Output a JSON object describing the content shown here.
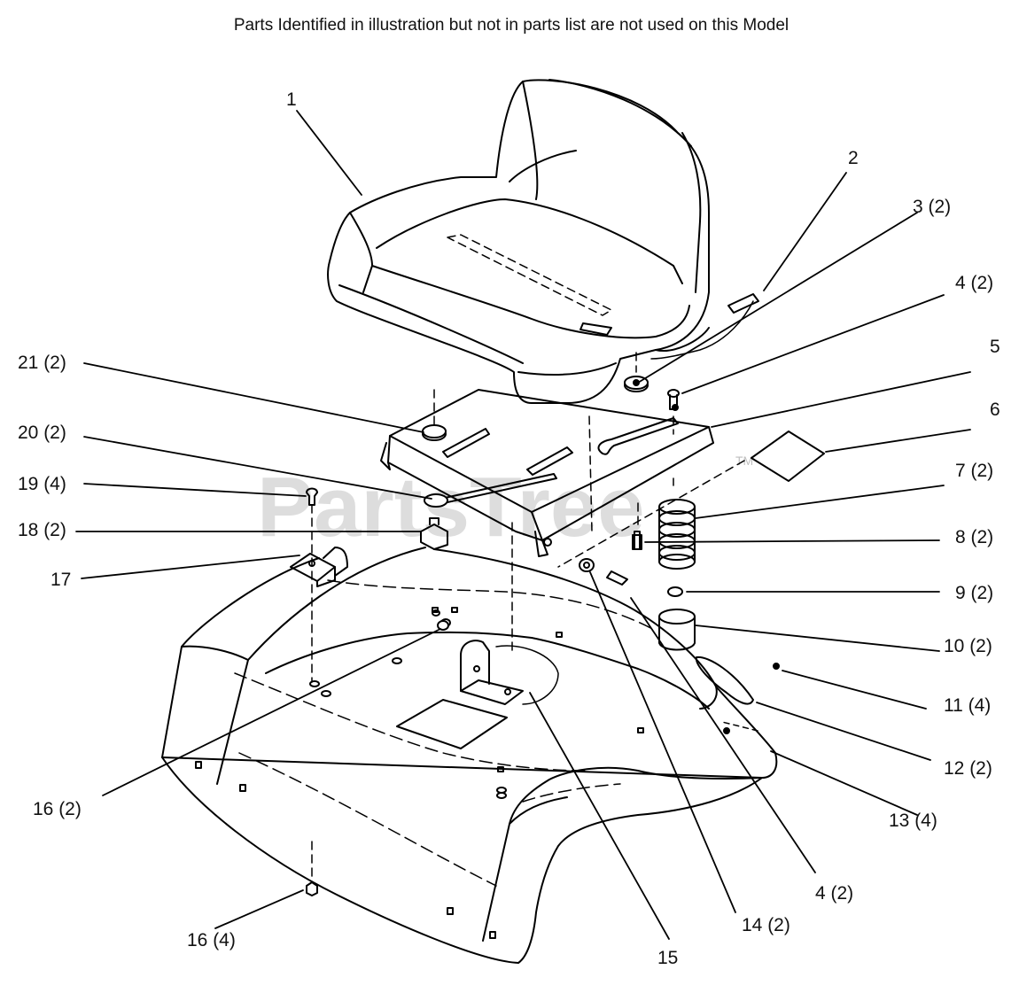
{
  "note": "Parts Identified  in illustration but not in parts list are not used on this Model",
  "watermark": "PartsTree",
  "watermark_tm": "TM",
  "callouts": [
    {
      "id": "1",
      "text": "1"
    },
    {
      "id": "2",
      "text": "2"
    },
    {
      "id": "3",
      "text": "3 (2)"
    },
    {
      "id": "4a",
      "text": "4 (2)"
    },
    {
      "id": "5",
      "text": "5"
    },
    {
      "id": "6",
      "text": "6"
    },
    {
      "id": "7",
      "text": "7 (2)"
    },
    {
      "id": "8",
      "text": "8 (2)"
    },
    {
      "id": "9",
      "text": "9 (2)"
    },
    {
      "id": "10",
      "text": "10 (2)"
    },
    {
      "id": "11",
      "text": "11 (4)"
    },
    {
      "id": "12",
      "text": "12 (2)"
    },
    {
      "id": "13",
      "text": "13 (4)"
    },
    {
      "id": "4b",
      "text": "4 (2)"
    },
    {
      "id": "14",
      "text": "14 (2)"
    },
    {
      "id": "15",
      "text": "15"
    },
    {
      "id": "16a",
      "text": "16 (2)"
    },
    {
      "id": "16b",
      "text": "16 (4)"
    },
    {
      "id": "17",
      "text": "17"
    },
    {
      "id": "18",
      "text": "18 (2)"
    },
    {
      "id": "19",
      "text": "19 (4)"
    },
    {
      "id": "20",
      "text": "20 (2)"
    },
    {
      "id": "21",
      "text": "21 (2)"
    }
  ]
}
